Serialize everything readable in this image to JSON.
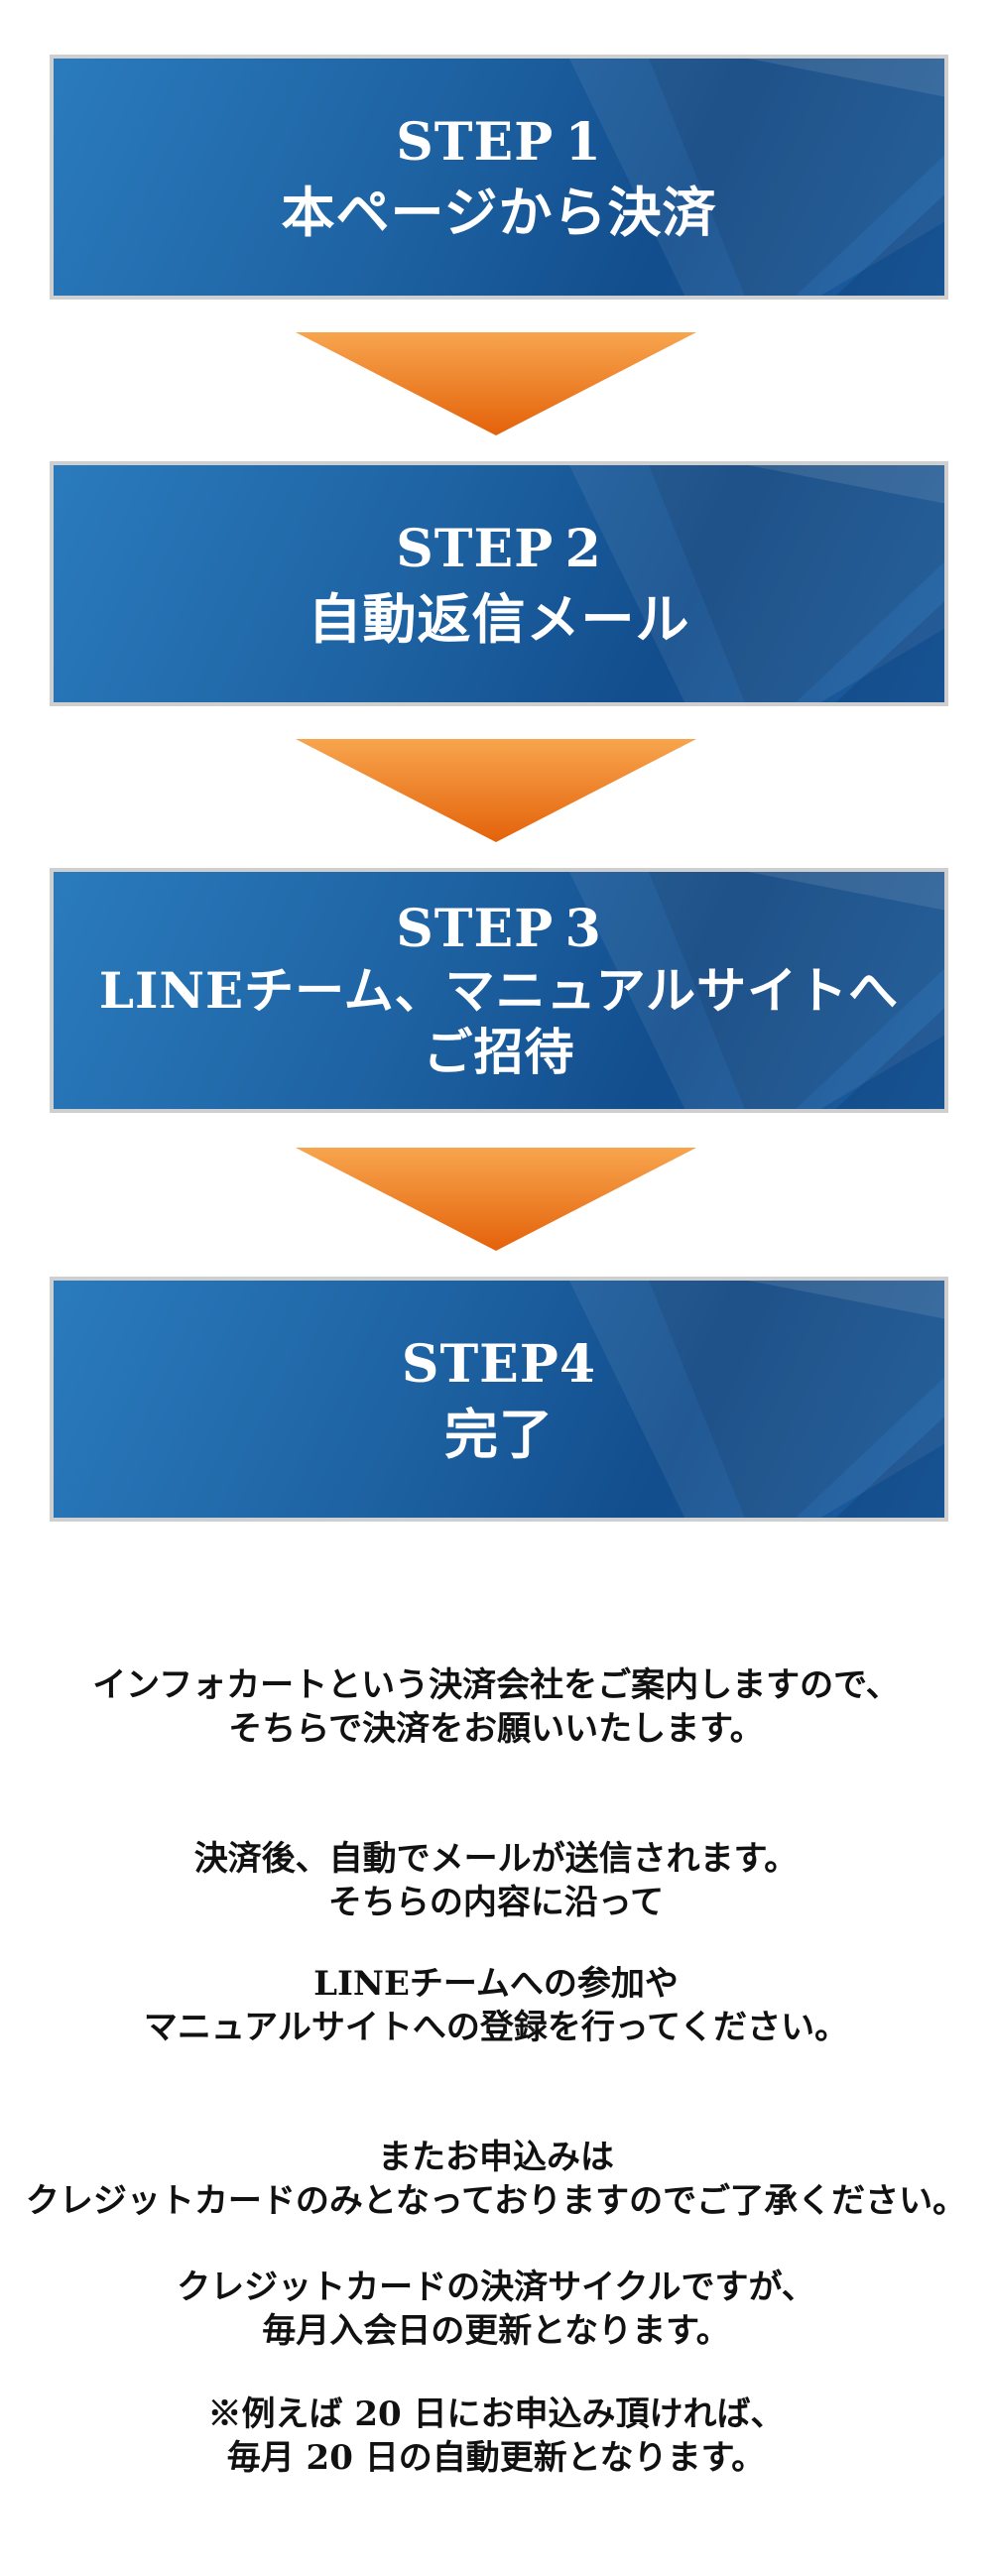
{
  "steps": [
    {
      "label": "STEP 1",
      "title_lines": [
        "本ページから決済"
      ]
    },
    {
      "label": "STEP 2",
      "title_lines": [
        "自動返信メール"
      ]
    },
    {
      "label": "STEP 3",
      "title_lines": [
        "LINEチーム、マニュアルサイトへ",
        "ご招待"
      ]
    },
    {
      "label": "STEP4",
      "title_lines": [
        "完了"
      ]
    }
  ],
  "info": {
    "p1": [
      "インフォカートという決済会社をご案内しますので、",
      "そちらで決済をお願いいたします。"
    ],
    "p2": [
      "決済後、自動でメールが送信されます。",
      "そちらの内容に沿って"
    ],
    "p3": [
      "LINEチームへの参加や",
      "マニュアルサイトへの登録を行ってください。"
    ],
    "p4": [
      "またお申込みは",
      "クレジットカードのみとなっておりますのでご了承ください。"
    ],
    "p5": [
      "クレジットカードの決済サイクルですが、",
      "毎月入会日の更新となります。"
    ],
    "p6": [
      "※例えば 20 日にお申込み頂ければ、",
      "毎月 20 日の自動更新となります。"
    ]
  },
  "colors": {
    "step_blue_light": "#2a7bbd",
    "step_blue_dark": "#124d8d",
    "arrow_orange_light": "#f7a04a",
    "arrow_orange_dark": "#e86a0e",
    "border_gray": "#cfcfcf"
  }
}
